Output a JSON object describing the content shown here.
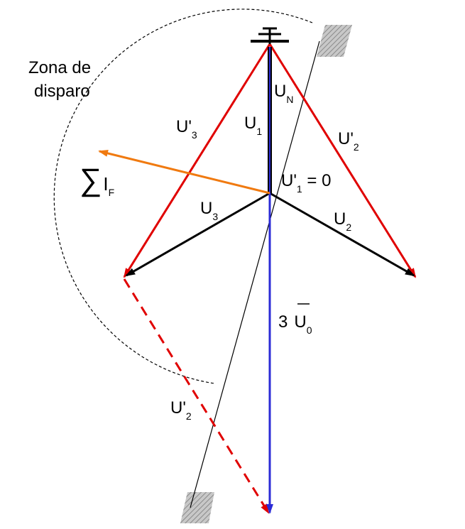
{
  "colors": {
    "red": "#e00000",
    "black": "#000000",
    "blue": "#2b2bd6",
    "orange": "#f07a10",
    "hatch": "#9a9a9a"
  },
  "zone_label": {
    "line1": "Zona de",
    "line2": "disparo"
  },
  "labels": {
    "un": {
      "main": "U",
      "sub": "N"
    },
    "u1": {
      "main": "U",
      "sub": "1"
    },
    "u1p": {
      "main": "U'",
      "sub": "1",
      "rest": " = 0"
    },
    "u2": {
      "main": "U",
      "sub": "2"
    },
    "u3": {
      "main": "U",
      "sub": "3"
    },
    "u2p_right": {
      "main": "U'",
      "sub": "2"
    },
    "u3p": {
      "main": "U'",
      "sub": "3"
    },
    "u2p_low": {
      "main": "U'",
      "sub": "2"
    },
    "sum_if": {
      "sigma": "∑",
      "main": "I",
      "sub": "F"
    },
    "u0": {
      "coef": "3",
      "main": "U",
      "sub": "0"
    }
  },
  "icons": [
    "ground-icon",
    "hatch-icon"
  ]
}
